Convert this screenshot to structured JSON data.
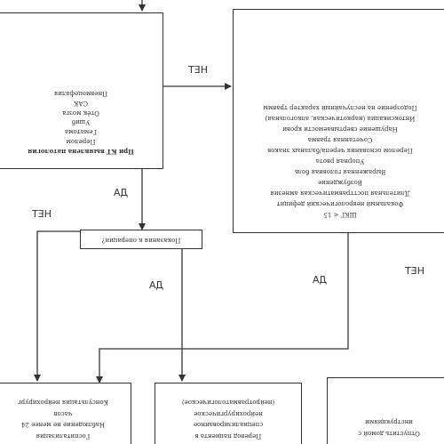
{
  "ct_box": {
    "title": "При КТ выявлена патология",
    "items": [
      "Перелом",
      "Гематома",
      "Ушиб",
      "Отёк мозга",
      "САК",
      "Пневмоцефалия"
    ]
  },
  "gcs_box": {
    "lines": [
      "ШКГ < 15",
      "Фокальный неврологический дефицит",
      "Длительная посттравматическая амнезия",
      "Возбуждение",
      "Выраженная головная боль",
      "Упорная рвота",
      "Перелом основания черепа/баланых знаков",
      "Сочетанная травма",
      "Нарушение свертываемости крови",
      "Интоксикация (наркотическая, алкогольная)",
      "Подозрение на неслучайный характер травмы"
    ]
  },
  "surgery_box": {
    "text": "Показания к операции?"
  },
  "hosp_box": {
    "lines": [
      "Госпитализация",
      "Наблюдение не менее 24",
      "часов",
      "Консультация нейрохирург"
    ]
  },
  "transfer_box": {
    "lines": [
      "Перевод пациента в",
      "специализированное",
      "нейрохирургическое",
      "(нейротравматологическое)"
    ]
  },
  "home_box": {
    "lines": [
      "Отпустить домой с",
      "инструкциями"
    ]
  },
  "edge_labels": {
    "ct_to_gcs": "НЕТ",
    "ct_to_surgery": "ДА",
    "surgery_no": "НЕТ",
    "surgery_yes": "ДА",
    "gcs_yes": "ДА",
    "gcs_no": "НЕТ"
  },
  "colors": {
    "line": "#333333",
    "background": "#ffffff"
  }
}
